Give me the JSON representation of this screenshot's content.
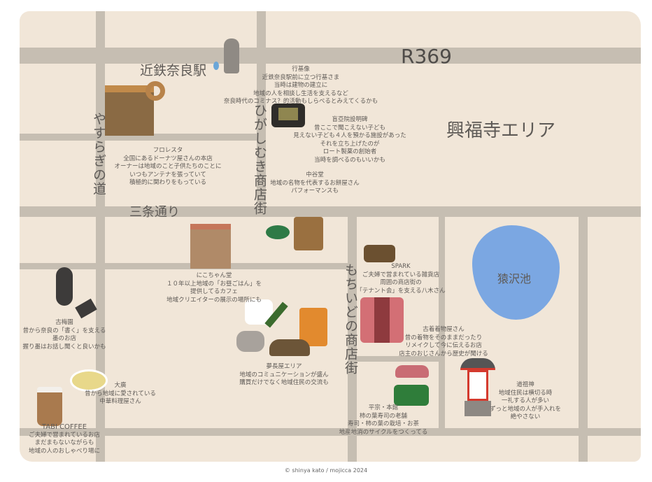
{
  "map": {
    "road_labels": {
      "r369": "R369",
      "kintetsu": "近鉄奈良駅",
      "kofukuji": "興福寺エリア",
      "yasuragi": "やすらぎの道",
      "higashimuki": "ひがしむき商店街",
      "sanjo": "三条通り",
      "mochiidono": "もちいどの商店街",
      "sarusawa": "猿沢池"
    },
    "places": [
      {
        "name": "行基像",
        "lines": [
          "近鉄奈良駅前に立つ行基さま",
          "当時は建物の建立に",
          "地域の人を相談し生活を支えるなど",
          "奈良時代のコミナス？的活動もしらべるとみえてくるかも"
        ]
      },
      {
        "name": "盲亞院設明碑",
        "lines": [
          "昔ここで聞こえない子ども",
          "見えない子ども４人を預かる施設があった",
          "それを立ち上げたのが",
          "ロート製薬の創始者",
          "当時を調べるのもいいかも"
        ]
      },
      {
        "name": "フロレスタ",
        "lines": [
          "全国にあるドーナツ屋さんの本店",
          "オーナーは地域のこと子供たちのことに",
          "いつもアンテナを張っていて",
          "積極的に関わりをもっている"
        ]
      },
      {
        "name": "中谷堂",
        "lines": [
          "地域の名物を代表するお餅屋さん",
          "パフォーマンスも"
        ]
      },
      {
        "name": "にこちゃん堂",
        "lines": [
          "１０年以上地域の「お昼ごはん」を",
          "提供してるカフェ",
          "地域クリエイターの展示の場所にも"
        ]
      },
      {
        "name": "SPARK",
        "lines": [
          "ご夫婦で営まれている雑貨店",
          "周囲の商店街の",
          "「テナント会」を支える八木さん"
        ]
      },
      {
        "name": "古梅園",
        "lines": [
          "昔から奈良の「書く」を支える",
          "墨のお店",
          "握り墨はお話し聞くと良いかも"
        ]
      },
      {
        "name": "古着着物屋さん",
        "lines": [
          "昔の着物をそのままだったり",
          "リメイクして今に伝えるお店",
          "店主のおじさんから歴史が聞ける"
        ]
      },
      {
        "name": "夢長屋エリア",
        "lines": [
          "地域のコミュニケーションが盛ん",
          "購買だけでなく地域住民の交流も"
        ]
      },
      {
        "name": "大廣",
        "lines": [
          "昔から地域に愛されている",
          "中華料理屋さん"
        ]
      },
      {
        "name": "道祖神",
        "lines": [
          "地域住民は横切る時",
          "一礼する人が多い",
          "ずっと地域の人が手入れを",
          "絶やさない"
        ]
      },
      {
        "name": "平宗・本館",
        "lines": [
          "柿の葉寿司の老舗",
          "寿司・柿の葉の栽培・お茶",
          "地産地消のサイクルをつくってる"
        ]
      },
      {
        "name": "TABI COFFEE",
        "lines": [
          "ご夫婦で営まれているお店",
          "まだまもないながらも",
          "地域の人のおしゃべり場に"
        ]
      }
    ],
    "credit": "© shinya kato / mojicca 2024"
  }
}
